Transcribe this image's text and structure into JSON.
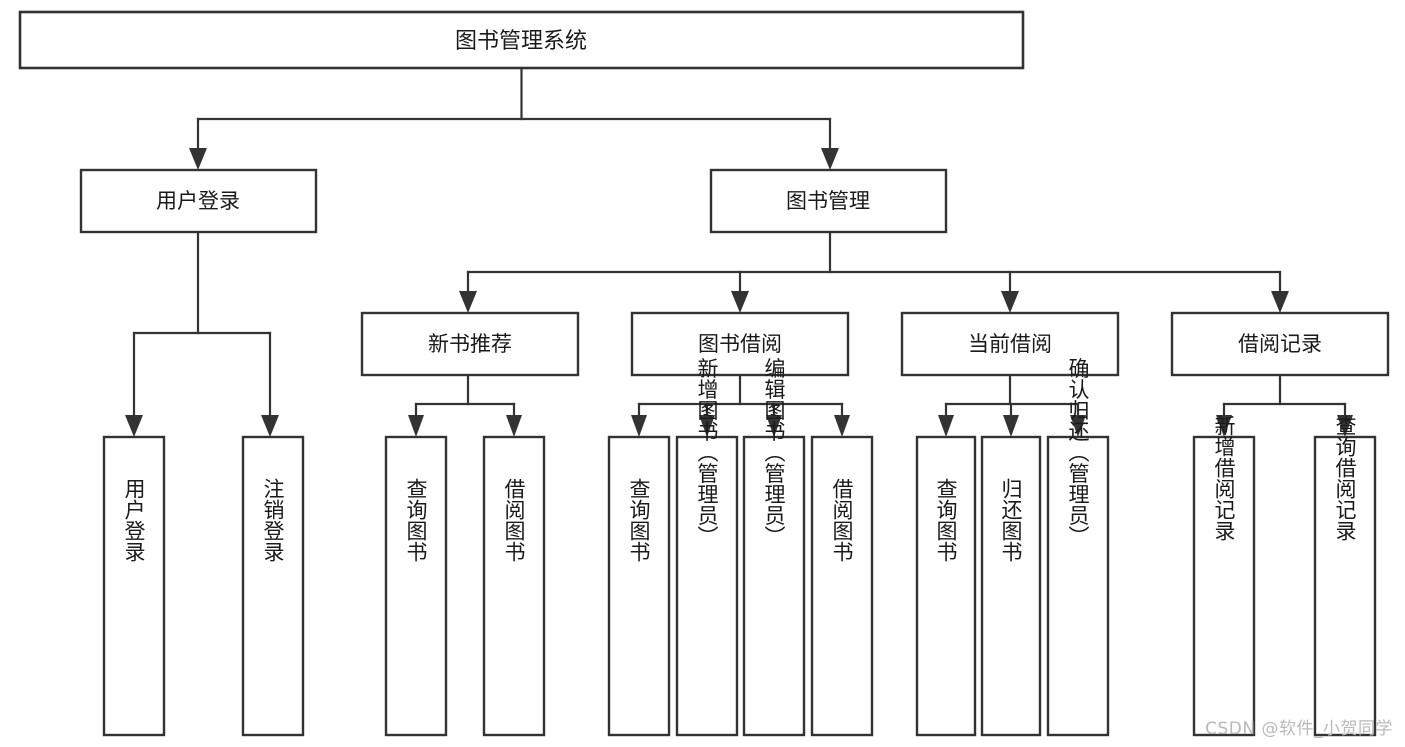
{
  "diagram": {
    "type": "tree",
    "title": "图书管理系统",
    "orientation": "top-down",
    "colors": {
      "stroke": "#333333",
      "fill": "#ffffff",
      "text": "#1a1a1a",
      "watermark": "#b9b9b9"
    },
    "root": {
      "label": "图书管理系统"
    },
    "level2": [
      {
        "label": "用户登录"
      },
      {
        "label": "图书管理"
      }
    ],
    "level3": [
      {
        "label": "新书推荐"
      },
      {
        "label": "图书借阅"
      },
      {
        "label": "当前借阅"
      },
      {
        "label": "借阅记录"
      }
    ],
    "leaves": {
      "user_login": [
        {
          "label": "用户登录"
        },
        {
          "label": "注销登录"
        }
      ],
      "new_book": [
        {
          "label": "查询图书"
        },
        {
          "label": "借阅图书"
        }
      ],
      "book_borrow": [
        {
          "label": "查询图书"
        },
        {
          "label": "新增图书（管理员）"
        },
        {
          "label": "编辑图书（管理员）"
        },
        {
          "label": "借阅图书"
        }
      ],
      "current_borrow": [
        {
          "label": "查询图书"
        },
        {
          "label": "归还图书"
        },
        {
          "label": "确认归还（管理员）"
        }
      ],
      "borrow_record": [
        {
          "label": "新增借阅记录"
        },
        {
          "label": "查询借阅记录"
        }
      ]
    }
  },
  "watermark": {
    "text": "CSDN @软件_小贺同学"
  }
}
